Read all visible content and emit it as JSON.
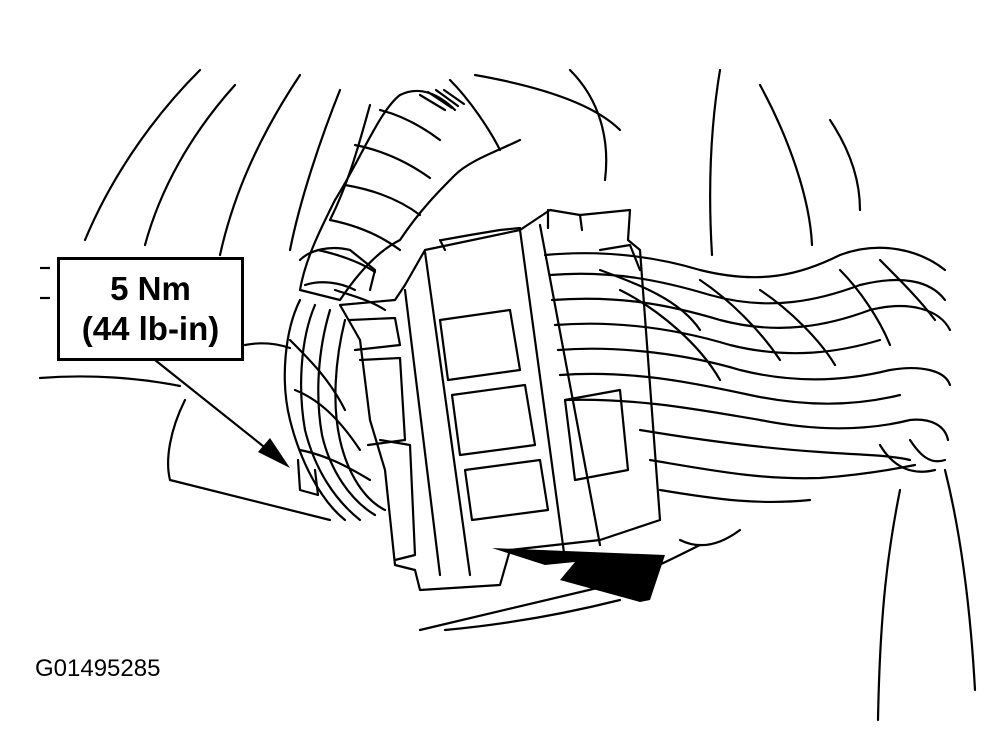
{
  "callout": {
    "torque_nm": "5 Nm",
    "torque_lbin": "(44 lb-in)"
  },
  "figure_id": "G01495285",
  "colors": {
    "line": "#000000",
    "background": "#ffffff"
  }
}
